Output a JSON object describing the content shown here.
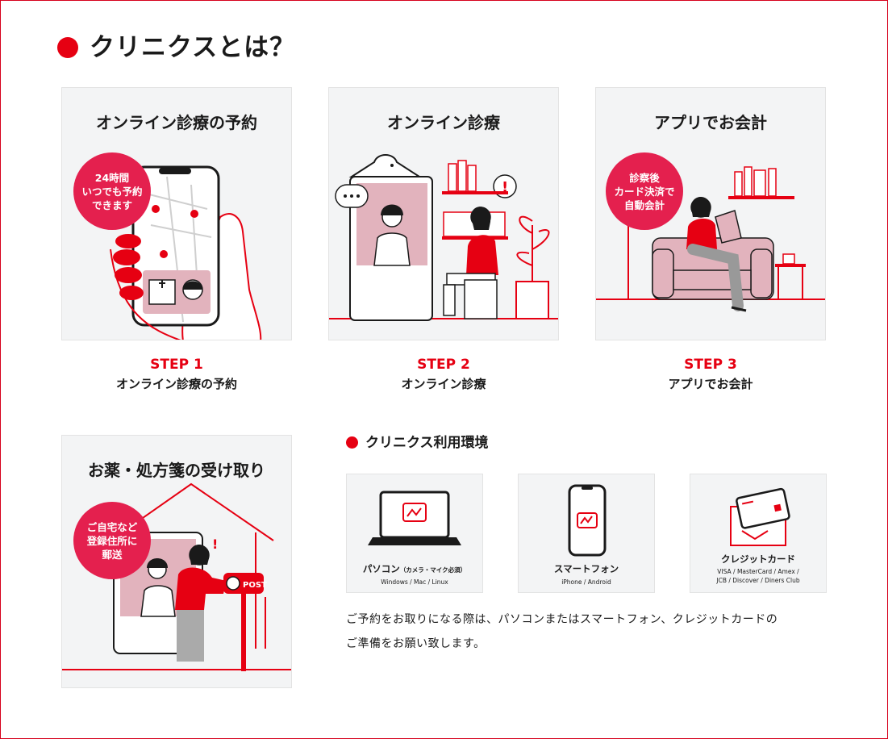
{
  "header": {
    "title": "クリニクスとは？"
  },
  "steps": [
    {
      "card_title": "オンライン診療の予約",
      "badge": "24時間\nいつでも予約\nできます",
      "step_label": "STEP 1",
      "step_name": "オンライン診療の予約"
    },
    {
      "card_title": "オンライン診療",
      "step_label": "STEP 2",
      "step_name": "オンライン診療"
    },
    {
      "card_title": "アプリでお会計",
      "badge": "診察後\nカード決済で\n自動会計",
      "step_label": "STEP 3",
      "step_name": "アプリでお会計"
    }
  ],
  "delivery": {
    "card_title": "お薬・処方箋の受け取り",
    "badge": "ご自宅など\n登録住所に\n郵送",
    "post_label": "POST"
  },
  "environment": {
    "title": "クリニクス利用環境",
    "items": [
      {
        "label": "パソコン",
        "note": "（カメラ・マイク必須）",
        "sub": "Windows / Mac / Linux"
      },
      {
        "label": "スマートフォン",
        "sub": "iPhone / Android"
      },
      {
        "label": "クレジットカード",
        "sub": "VISA / MasterCard / Amex /\nJCB / Discover / Diners Club"
      }
    ]
  },
  "description": "ご予約をお取りになる際は、パソコンまたはスマートフォン、クレジットカードの\nご準備をお願い致します。",
  "colors": {
    "accent": "#e60012",
    "badge": "#e4204e",
    "card_bg": "#f3f4f5",
    "pink": "#e2b3bd"
  }
}
